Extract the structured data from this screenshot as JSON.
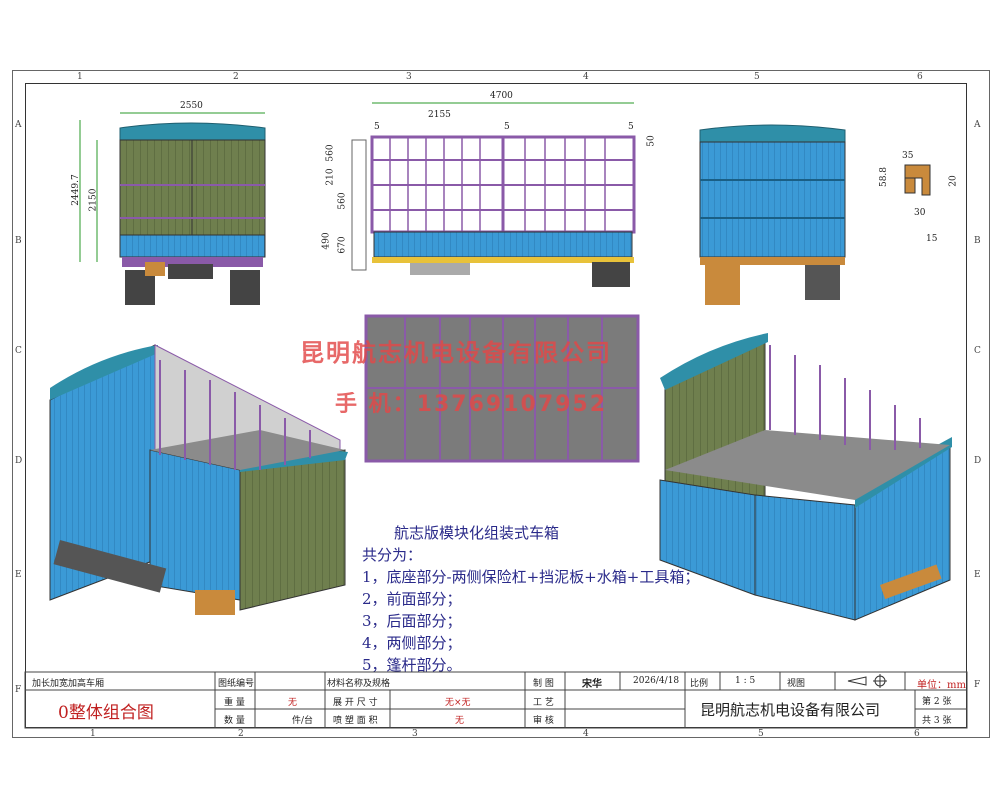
{
  "columns": [
    "1",
    "2",
    "3",
    "4",
    "5",
    "6"
  ],
  "rows": [
    "A",
    "B",
    "C",
    "D",
    "E",
    "F"
  ],
  "dims": {
    "rear_width": "2550",
    "rear_height_total": "2449.7",
    "rear_height_box": "2150",
    "side_length": "4700",
    "side_seg": "2155",
    "side_gap1": "5",
    "side_gap2": "5",
    "side_gap3": "5",
    "side_top": "50",
    "side_v1": "210",
    "side_v2": "560",
    "side_v3": "560",
    "side_v4": "670",
    "side_v5": "490",
    "detail_35": "35",
    "detail_58": "58.8",
    "detail_20": "20",
    "detail_30": "30",
    "detail_15": "15"
  },
  "watermark": {
    "company": "昆明航志机电设备有限公司",
    "phone": "手    机：13769107952"
  },
  "notes": {
    "title": "航志版模块化组装式车箱",
    "intro": "共分为：",
    "items": [
      "1，底座部分-两侧保险杠+挡泥板+水箱+工具箱；",
      "2，前面部分；",
      "3，后面部分；",
      "4，两侧部分；",
      "5，篷杆部分。"
    ]
  },
  "title_block": {
    "project": "加长加宽加高车厢",
    "drawing_name": "0整体组合图",
    "drawing_no_label": "图纸编号",
    "material_label": "材料名称及规格",
    "weight_label": "重    量",
    "weight_value": "无",
    "unfold_label": "展 开 尺 寸",
    "unfold_value": "无×无",
    "qty_label": "数    量",
    "qty_unit": "件/台",
    "spray_label": "喷 塑 面 积",
    "spray_value": "无",
    "drawn_label": "制    图",
    "drawn_by": "宋华",
    "date": "2026/4/18",
    "scale_label": "比例",
    "scale_value": "1 : 5",
    "view_label": "视图",
    "unit_label": "单位：mm",
    "process_label": "工    艺",
    "review_label": "审    核",
    "company": "昆明航志机电设备有限公司",
    "sheet_no": "第 2  张",
    "sheet_total": "共 3  张"
  },
  "colors": {
    "panel_blue": "#3b9ad6",
    "panel_green": "#6f7f4e",
    "frame_purple": "#8a5aa8",
    "roof_teal": "#2f8fa8",
    "floor_gray": "#7b7b7b",
    "chassis_yellow": "#e8c23a",
    "watermark_red": "#e24848"
  }
}
